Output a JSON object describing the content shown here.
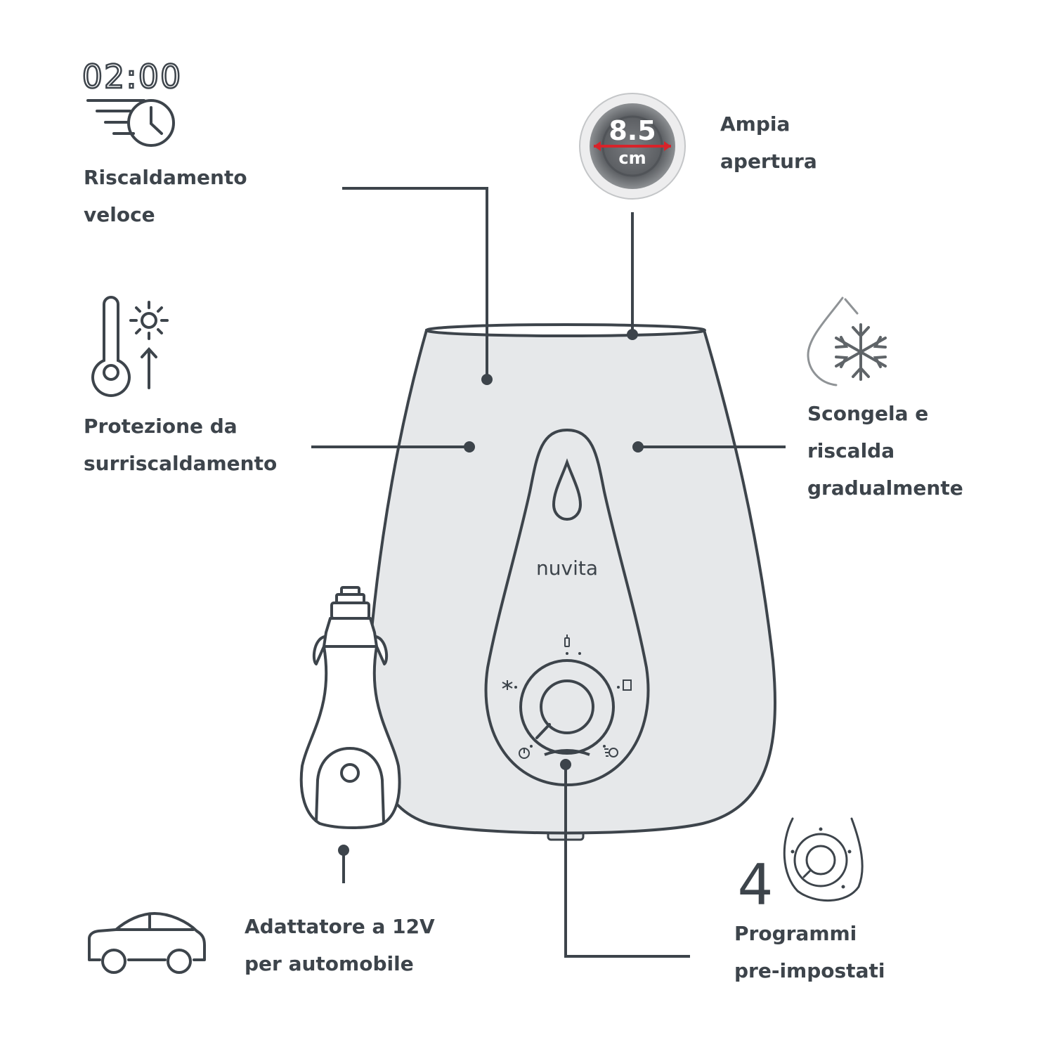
{
  "colors": {
    "ink": "#3d444b",
    "body_fill": "#e6e8ea",
    "accent_red": "#d8232a",
    "disc_dark": "#5b5e62"
  },
  "clock_display": "02:00",
  "opening": {
    "value": "8.5",
    "unit": "cm"
  },
  "brand": "nuvita",
  "programs_count": "4",
  "features": {
    "fast_heating": {
      "line1": "Riscaldamento",
      "line2": "veloce",
      "icon": "fast-timer-icon"
    },
    "overheat_protection": {
      "line1": "Protezione da",
      "line2": "surriscaldamento",
      "icon": "thermometer-sun-icon"
    },
    "wide_opening": {
      "line1": "Ampia",
      "line2": "apertura",
      "icon": "opening-diameter-icon"
    },
    "defrost": {
      "line1": "Scongela e",
      "line2": "riscalda",
      "line3": "gradualmente",
      "icon": "drop-snowflake-icon"
    },
    "car_adapter": {
      "line1": "Adattatore a 12V",
      "line2": "per automobile",
      "icon": "car-icon"
    },
    "programs": {
      "line1": "Programmi",
      "line2": "pre-impostati",
      "icon": "program-dial-icon"
    }
  }
}
